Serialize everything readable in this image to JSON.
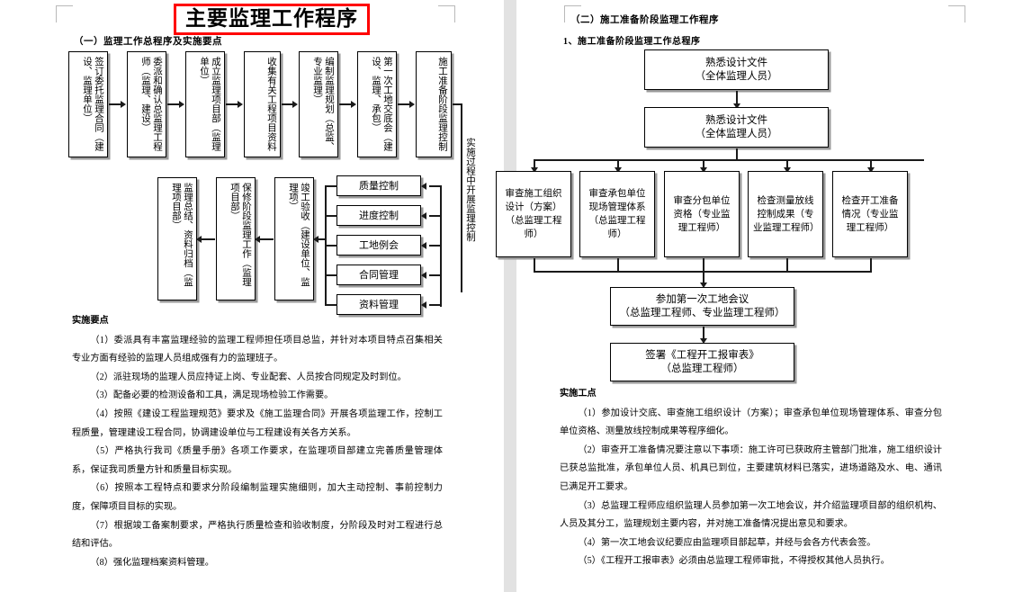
{
  "document": {
    "title": "主要监理工作程序",
    "left_page": {
      "section_heading": "（一）监理工作总程序及实施要点",
      "flow_row1": [
        "签订委托监理合同（建设、监理单位）",
        "委派和确认总监理工程师（监理、建设）",
        "成立监理项目部（监理单位）",
        "收集有关工程项目资料",
        "编制监理规划（总监、专业监理）",
        "第一次工地交底会（建设、监理、承包）",
        "施工准备阶段监理控制"
      ],
      "flow_row2": [
        "监理总结、资料归档（监理项目部）",
        "保修阶段监理工作（监理项目部）",
        "竣工验收（建设单位、监理项）"
      ],
      "control_items": [
        "质量控制",
        "进度控制",
        "工地例会",
        "合同管理",
        "资料管理"
      ],
      "vertical_label": "实施过程中开展监理控制",
      "points_heading": "实施要点",
      "points": [
        "（1）委派具有丰富监理经验的监理工程师担任项目总监，并针对本项目特点召集相关专业方面有经验的监理人员组成强有力的监理班子。",
        "（2）派驻现场的监理人员应持证上岗、专业配套、人员按合同规定及时到位。",
        "（3）配备必要的检测设备和工具，满足现场检验工作需要。",
        "（4）按照《建设工程监理规范》要求及《施工监理合同》开展各项监理工作，控制工程质量，管理建设工程合同，协调建设单位与工程建设有关各方关系。",
        "（5）严格执行我司《质量手册》各项工作要求，在监理项目部建立完善质量管理体系，保证我司质量方针和质量目标实现。",
        "（6）按照本工程特点和要求分阶段编制监理实施细则，加大主动控制、事前控制力度，保障项目目标的实现。",
        "（7）根据竣工备案制要求，严格执行质量检查和验收制度，分阶段及时对工程进行总结和评估。",
        "（8）强化监理档案资料管理。"
      ]
    },
    "right_page": {
      "section_heading": "（二）施工准备阶段监理工作程序",
      "sub_heading": "1、施工准备阶段监理工作总程序",
      "flow_top": [
        {
          "line1": "熟悉设计文件",
          "line2": "（全体监理人员）"
        },
        {
          "line1": "熟悉设计文件",
          "line2": "（全体监理人员）"
        }
      ],
      "flow_parallel": [
        "审查施工组织设计（方案）（总监理工程师）",
        "审查承包单位现场管理体系（总监理工程师）",
        "审查分包单位资格（专业监理工程师）",
        "检查测量放线控制成果（专业监理工程师）",
        "检查开工准备情况（专业监理工程师）"
      ],
      "flow_bottom": [
        {
          "line1": "参加第一次工地会议",
          "line2": "（总监理工程师、专业监理工程师）"
        },
        {
          "line1": "签署《工程开工报审表》",
          "line2": "（总监理工程师）"
        }
      ],
      "points_heading": "实施工点",
      "points": [
        "（1）参加设计交底、审查施工组织设计（方案）；审查承包单位现场管理体系、审查分包单位资格、测量放线控制成果等程序细化。",
        "（2）审查开工准备情况要注意以下事项：施工许可已获政府主管部门批准，施工组织设计已获总监批准，承包单位人员、机具已到位，主要建筑材料已落实，进场道路及水、电、通讯已满足开工要求。",
        "（3）总监理工程师应组织监理人员参加第一次工地会议，并介绍监理项目部的组织机构、人员及其分工，监理规划主要内容，并对施工准备情况提出意见和要求。",
        "（4）第一次工地会议纪要应由监理项目部起草，并经与会各方代表会签。",
        "（5）《工程开工报审表》必须由总监理工程师审批，不得授权其他人员执行。"
      ]
    },
    "colors": {
      "title_border": "#ff0000",
      "box_border": "#000000",
      "box_shadow": "#9a9a9a",
      "gutter": "#e2e2e2"
    }
  }
}
